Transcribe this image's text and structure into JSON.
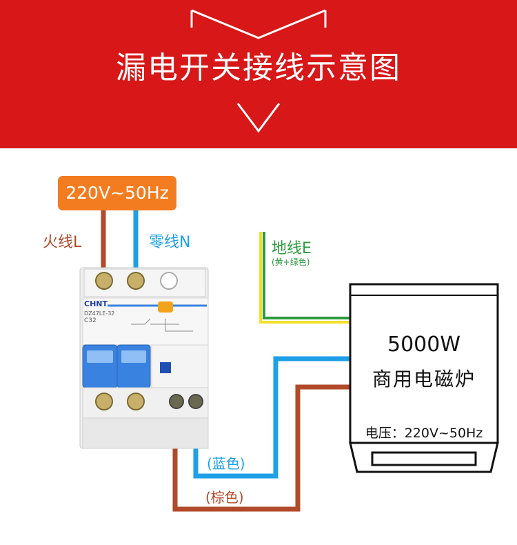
{
  "banner": {
    "title": "漏电开关接线示意图"
  },
  "supply": {
    "voltage": "220V~50Hz"
  },
  "wires": {
    "live": "火线L",
    "neutral": "零线N",
    "earth": "地线E",
    "earth_note": "(黄+绿色)",
    "blue": "(蓝色)",
    "brown": "(棕色)"
  },
  "breaker": {
    "brand": "CHNT",
    "model": "DZ47LE-32",
    "rating": "C32"
  },
  "stove": {
    "power": "5000W",
    "name": "商用电磁炉",
    "voltage": "电压：220V~50Hz"
  },
  "colors": {
    "banner": "#d71718",
    "voltage_box": "#f47c20",
    "live_wire": "#b04a2a",
    "neutral_wire": "#1e9fe6",
    "earth_green": "#2e9a3e",
    "earth_yellow": "#f2e12b",
    "breaker_blue": "#3a82e0"
  }
}
